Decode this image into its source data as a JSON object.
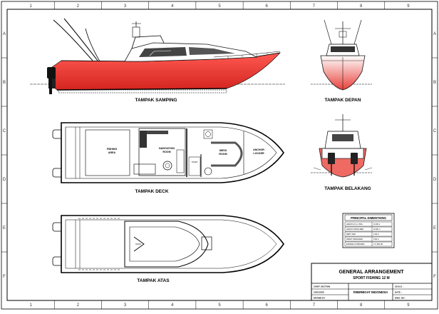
{
  "grid": {
    "columns": [
      "1",
      "2",
      "3",
      "4",
      "5",
      "6",
      "7",
      "8",
      "9"
    ],
    "rows": [
      "A",
      "B",
      "C",
      "D",
      "E",
      "F"
    ]
  },
  "views": {
    "side": "TAMPAK SAMPING",
    "front": "TAMPAK DEPAN",
    "deck": "TAMPAK DECK",
    "rear": "TAMPAK BELAKANG",
    "top": "TAMPAK ATAS"
  },
  "rooms": {
    "fishing": [
      "FISHING",
      "AREA"
    ],
    "navigation": [
      "NAVIGATION",
      "ROOM"
    ],
    "mess": [
      "MESS",
      "ROOM"
    ],
    "anchor": [
      "ANCHOR",
      "LOCKER"
    ],
    "toilet": "TOILET"
  },
  "principal": {
    "title": "PRINCIPAL DIMENTIONS",
    "rows": [
      {
        "label": "LENGTH O.A. INCL.",
        "value": "11.98 m"
      },
      {
        "label": "LENGTH MOULDED",
        "value": "10.98 m"
      },
      {
        "label": "DEPT. MID",
        "value": "1.65 m"
      },
      {
        "label": "DRAFT DESIGNED",
        "value": "0.60 m"
      },
      {
        "label": "ENGINE OUTBOARD",
        "value": "2 X 250 HP"
      }
    ]
  },
  "title_block": {
    "title": "GENERAL ARRANGEMENT",
    "subtitle": "SPORT FISHING 12 M",
    "chief_section": "CHIEF SECTION",
    "checked": "CHECKED",
    "drawn": "DRAWN BY",
    "company": "FIBERBOAT INDONESIA",
    "scale": "SCALE :",
    "date": "DATE :",
    "dwg": "DWG. NO :"
  },
  "colors": {
    "hull": "#e63a35",
    "hull_light": "#f7c4c0",
    "line": "#1a1a1a"
  }
}
